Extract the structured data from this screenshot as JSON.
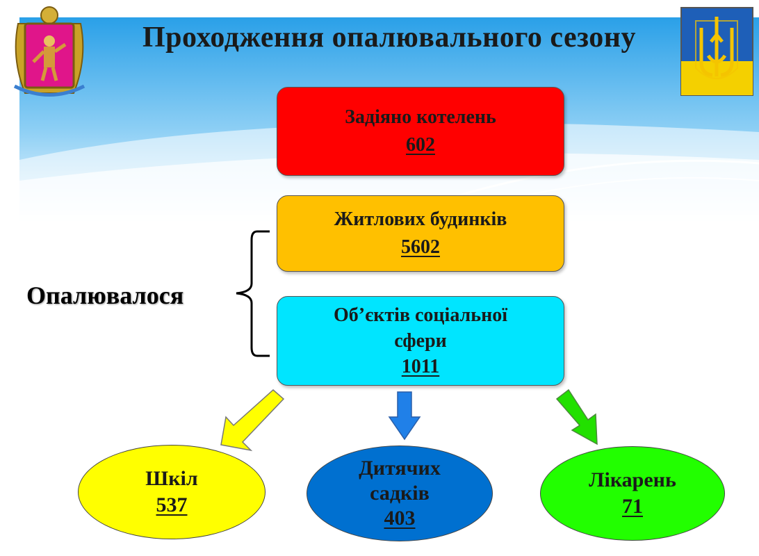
{
  "header": {
    "title": "Проходження опалювального сезону"
  },
  "boilers": {
    "label": "Задіяно котелень",
    "value": "602"
  },
  "heated_label": "Опалювалося",
  "homes": {
    "label": "Житлових будинків",
    "value": "5602"
  },
  "social": {
    "label_line1": "Об’єктів соціальної",
    "label_line2": "сфери",
    "value": "1011"
  },
  "schools": {
    "label": "Шкіл",
    "value": "537"
  },
  "kindergartens": {
    "label_line1": "Дитячих",
    "label_line2": "садків",
    "value": "403"
  },
  "hospitals": {
    "label": "Лікарень",
    "value": "71"
  },
  "colors": {
    "boilers": "#ff0000",
    "homes": "#ffc000",
    "social": "#00e5ff",
    "schools": "#ffff00",
    "kindergartens": "#0070d0",
    "hospitals": "#22ff00"
  }
}
